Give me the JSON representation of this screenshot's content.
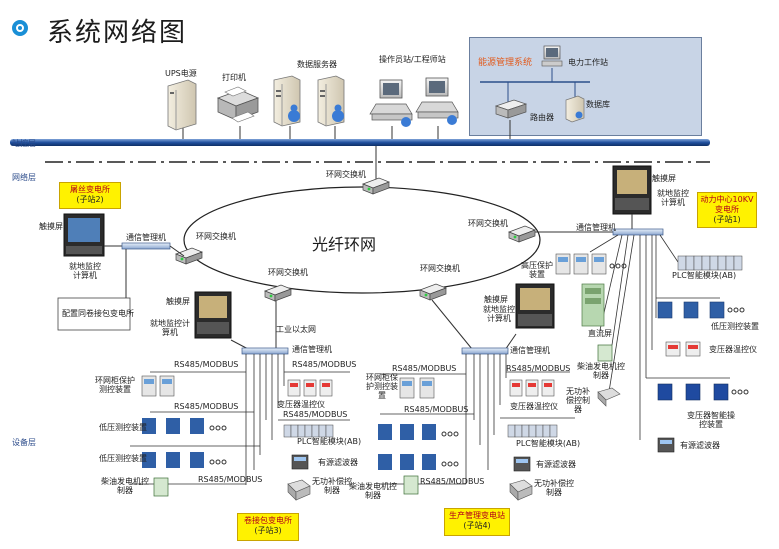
{
  "page": {
    "title": "系统网络图"
  },
  "colors": {
    "accent": "#1a8fd6",
    "bus": "#1f4f9e",
    "energy_box": "#c8d4e6",
    "station_label": "#fff200"
  },
  "layers": {
    "station": "站控层",
    "network": "网络层",
    "device": "设备层"
  },
  "station": {
    "ups": "UPS电源",
    "printer": "打印机",
    "data_server": "数据服务器",
    "operator": "操作员站/工程师站",
    "energy_system": "能源管理系统",
    "power_workstation": "电力工作站",
    "router": "路由器",
    "database": "数据库"
  },
  "ring": {
    "title": "光纤环网",
    "switch": "环网交换机"
  },
  "sub2": {
    "name": "屠丝变电所",
    "code": "(子站2)",
    "touch": "触摸屏",
    "mgr": "通信管理机",
    "pc": "就地监控计算机",
    "note": "配置同卷接包变电所"
  },
  "sub1": {
    "name": "动力中心10KV变电所",
    "code": "(子站1)",
    "touch": "触摸屏",
    "pc": "就地监控计算机",
    "mgr": "通信管理机",
    "hv": "高压保护装置",
    "dc": "直流屏",
    "plc": "PLC智能模块(AB)",
    "lv": "低压测控装置",
    "trm": "变压器温控仪",
    "diesel": "柴油发电机控制器",
    "var": "无功补偿控制器",
    "tr_op": "变压器智能操控装置",
    "filter": "有源滤波器"
  },
  "sub3": {
    "name": "卷接包变电所",
    "code": "(子站3)",
    "touch": "触摸屏",
    "pc": "就地监控计算机",
    "eth": "工业以太网",
    "mgr": "通信管理机",
    "rs1": "RS485/MODBUS",
    "rs2": "RS485/MODBUS",
    "rs3": "RS485/MODBUS",
    "rs4": "RS485/MODBUS",
    "rs5": "RS485/MODBUS",
    "loop": "环网柜保护测控装置",
    "lv1": "低压测控装置",
    "lv2": "低压测控装置",
    "trm": "变压器温控仪",
    "plc": "PLC智能模块(AB)",
    "filter": "有源滤波器",
    "diesel": "柴油发电机控制器",
    "var": "无功补偿控制器"
  },
  "sub4": {
    "name": "生产管理变电站",
    "code": "(子站4)",
    "touch": "触摸屏",
    "pc": "就地监控计算机",
    "mgr": "通信管理机",
    "rs1": "RS485/MODBUS",
    "rs2": "RS485/MODBUS",
    "rs3": "RS485/MODBUS",
    "rs4": "RS485/MODBUS",
    "loop": "环网柜保护测控装置",
    "trm": "变压器温控仪",
    "plc": "PLC智能模块(AB)",
    "filter": "有源滤波器",
    "diesel": "柴油发电机控制器",
    "var": "无功补偿控制器"
  }
}
